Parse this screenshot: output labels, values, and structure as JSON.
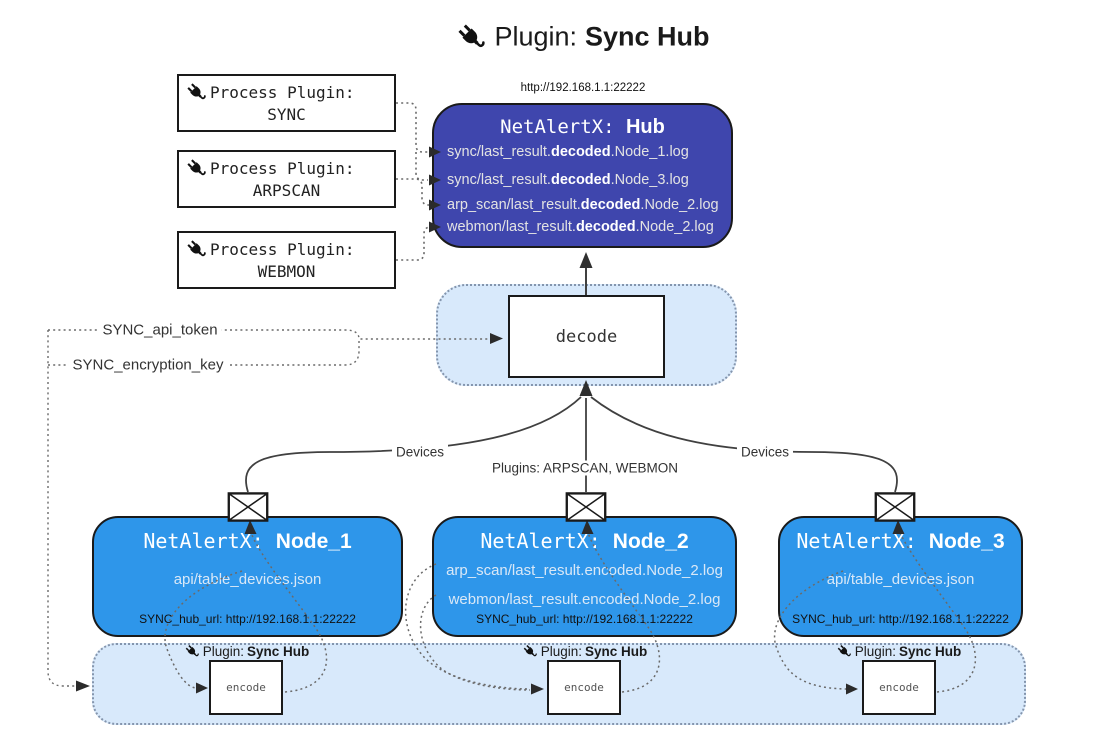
{
  "title": {
    "icon": "plug-icon",
    "prefix": "Plugin:",
    "name": "Sync Hub"
  },
  "hub": {
    "url": "http://192.168.1.1:22222",
    "name_prefix": "NetAlertX:",
    "name": "Hub",
    "logs": [
      {
        "pre": "sync/last_result.",
        "bold": "decoded",
        "post": ".Node_1.log"
      },
      {
        "pre": "sync/last_result.",
        "bold": "decoded",
        "post": ".Node_3.log"
      },
      {
        "pre": "arp_scan/last_result.",
        "bold": "decoded",
        "post": ".Node_2.log"
      },
      {
        "pre": "webmon/last_result.",
        "bold": "decoded",
        "post": ".Node_2.log"
      }
    ]
  },
  "process_plugins": [
    {
      "label": "Process Plugin:",
      "name": "SYNC"
    },
    {
      "label": "Process Plugin:",
      "name": "ARPSCAN"
    },
    {
      "label": "Process Plugin:",
      "name": "WEBMON"
    }
  ],
  "settings": {
    "api_token": "SYNC_api_token",
    "encryption_key": "SYNC_encryption_key"
  },
  "decode": {
    "label": "decode"
  },
  "edges": {
    "devices_left": "Devices",
    "devices_right": "Devices",
    "plugins_middle": "Plugins: ARPSCAN, WEBMON"
  },
  "nodes": [
    {
      "name_prefix": "NetAlertX:",
      "name": "Node_1",
      "files": [
        "api/table_devices.json"
      ],
      "sync_hub_url": "SYNC_hub_url: http://192.168.1.1:22222",
      "plugin_prefix": "Plugin:",
      "plugin_name": "Sync Hub",
      "encode_label": "encode"
    },
    {
      "name_prefix": "NetAlertX:",
      "name": "Node_2",
      "files": [
        "arp_scan/last_result.encoded.Node_2.log",
        "webmon/last_result.encoded.Node_2.log"
      ],
      "sync_hub_url": "SYNC_hub_url: http://192.168.1.1:22222",
      "plugin_prefix": "Plugin:",
      "plugin_name": "Sync Hub",
      "encode_label": "encode"
    },
    {
      "name_prefix": "NetAlertX:",
      "name": "Node_3",
      "files": [
        "api/table_devices.json"
      ],
      "sync_hub_url": "SYNC_hub_url: http://192.168.1.1:22222",
      "plugin_prefix": "Plugin:",
      "plugin_name": "Sync Hub",
      "encode_label": "encode"
    }
  ],
  "colors": {
    "hub_fill": "#3f46ad",
    "node_fill": "#2e96ea",
    "band_fill": "#d8e9fb",
    "band_border": "#8495ad",
    "box_border": "#1a1a1a",
    "line": "#404040",
    "dotted": "#666666",
    "light_text": "#e3e3e3",
    "file_text": "#d9e8f7",
    "label_text": "#333333"
  }
}
